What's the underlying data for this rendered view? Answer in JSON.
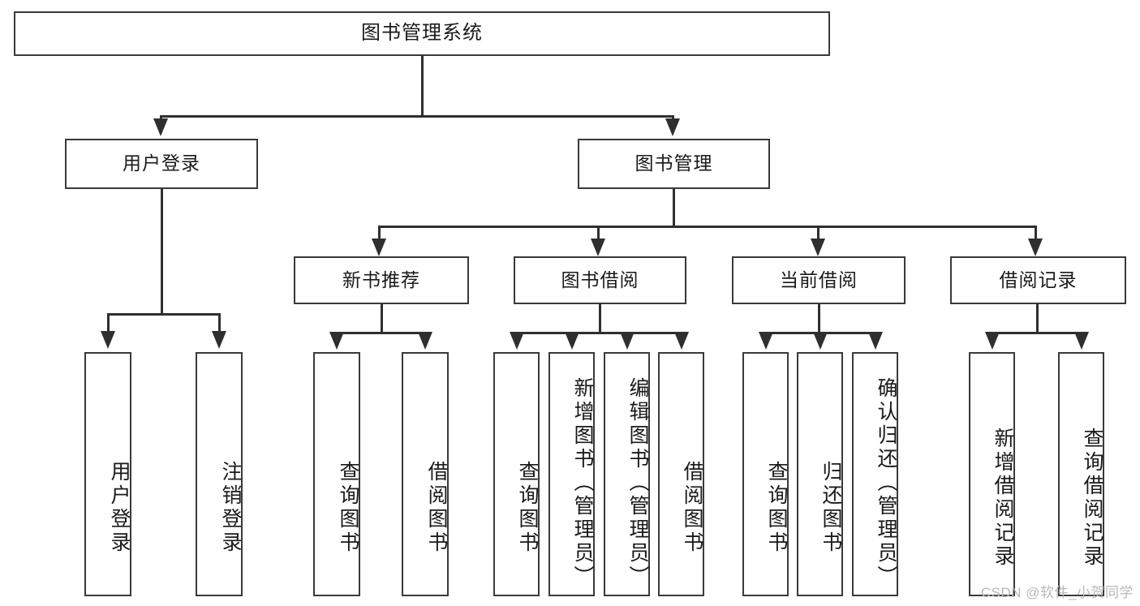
{
  "diagram": {
    "title": "图书管理系统",
    "type": "functional-structure-tree",
    "root": {
      "label": "图书管理系统"
    },
    "level2": [
      {
        "id": "user-login",
        "label": "用户登录"
      },
      {
        "id": "book-management",
        "label": "图书管理"
      }
    ],
    "level3": [
      {
        "id": "new-book-recommend",
        "label": "新书推荐",
        "parent": "book-management"
      },
      {
        "id": "book-borrow",
        "label": "图书借阅",
        "parent": "book-management"
      },
      {
        "id": "current-borrow",
        "label": "当前借阅",
        "parent": "book-management"
      },
      {
        "id": "borrow-record",
        "label": "借阅记录",
        "parent": "book-management"
      }
    ],
    "leaves": {
      "user_login": [
        {
          "id": "leaf-user-login",
          "label": "用户登录"
        },
        {
          "id": "leaf-logout",
          "label": "注销登录"
        }
      ],
      "new_book_recommend": [
        {
          "id": "leaf-query-book-1",
          "label": "查询图书"
        },
        {
          "id": "leaf-borrow-book-1",
          "label": "借阅图书"
        }
      ],
      "book_borrow": [
        {
          "id": "leaf-query-book-2",
          "label": "查询图书"
        },
        {
          "id": "leaf-add-book",
          "label": "新增图书（管理员）"
        },
        {
          "id": "leaf-edit-book",
          "label": "编辑图书（管理员）"
        },
        {
          "id": "leaf-borrow-book-2",
          "label": "借阅图书"
        }
      ],
      "current_borrow": [
        {
          "id": "leaf-query-book-3",
          "label": "查询图书"
        },
        {
          "id": "leaf-return-book",
          "label": "归还图书"
        },
        {
          "id": "leaf-confirm-return",
          "label": "确认归还（管理员）"
        }
      ],
      "borrow_record": [
        {
          "id": "leaf-add-record",
          "label": "新增借阅记录"
        },
        {
          "id": "leaf-query-record",
          "label": "查询借阅记录"
        }
      ]
    }
  },
  "watermark": {
    "text": "CSDN @软件_小贺同学"
  },
  "colors": {
    "box_border": "#3a3a3a",
    "connector": "#2f2f2f",
    "background": "#ffffff",
    "text": "#1a1a1a",
    "watermark": "#b8b8b8"
  }
}
